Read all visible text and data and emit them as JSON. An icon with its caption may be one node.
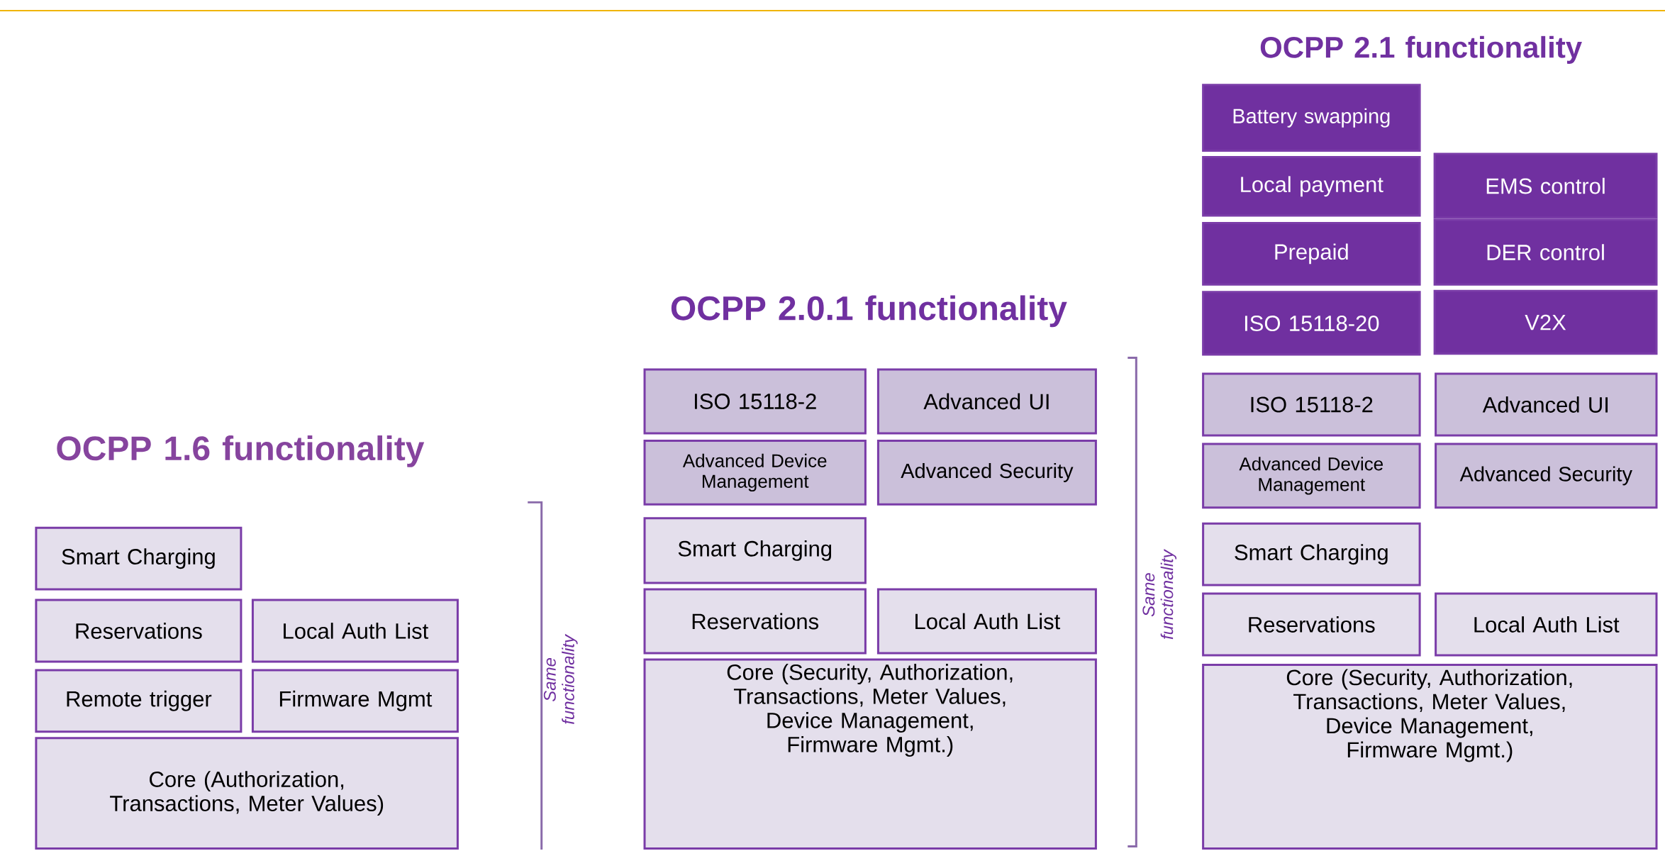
{
  "diagram": {
    "nodes": [
      {
        "text": [
          "Smart Charging"
        ]
      },
      {
        "text": [
          "Reservations"
        ]
      },
      {
        "text": [
          "Local Auth List"
        ]
      },
      {
        "text": [
          "Remote trigger"
        ]
      },
      {
        "text": [
          "Firmware Mgmt"
        ]
      },
      {
        "text": [
          "Core (Authorization, Transactions, Meter Values)"
        ]
      },
      {
        "text": [
          "ISO 15118-2"
        ]
      },
      {
        "text": [
          "Advanced UI"
        ]
      },
      {
        "text": [
          "Advanced Device Management"
        ]
      },
      {
        "text": [
          "Advanced Security"
        ]
      },
      {
        "text": [
          "Smart Charging"
        ]
      },
      {
        "text": [
          "Reservations"
        ]
      },
      {
        "text": [
          "Local Auth List"
        ]
      },
      {
        "text": [
          "Core (Security, Authorization, Transactions, Meter Values, Device Management, Firmware Mgmt.)"
        ]
      },
      {
        "text": [
          "Battery swapping"
        ]
      },
      {
        "text": [
          "Local payment"
        ]
      },
      {
        "text": [
          "EMS control"
        ]
      },
      {
        "text": [
          "Prepaid"
        ]
      },
      {
        "text": [
          "DER control"
        ]
      },
      {
        "text": [
          "ISO 15118-20"
        ]
      },
      {
        "text": [
          "V2X"
        ]
      },
      {
        "text": [
          "ISO 15118-2"
        ]
      },
      {
        "text": [
          "Advanced UI"
        ]
      },
      {
        "text": [
          "Advanced Device Management"
        ]
      },
      {
        "text": [
          "Advanced Security"
        ]
      },
      {
        "text": [
          "Smart Charging"
        ]
      },
      {
        "text": [
          "Reservations"
        ]
      },
      {
        "text": [
          "Local Auth List"
        ]
      },
      {
        "text": [
          "Core (Security, Authorization, Transactions, Meter Values, Device Management, Firmware Mgmt.)"
        ]
      }
    ],
    "labels": [
      "OCPP 2.1 functionality",
      "OCPP 2.0.1 functionality",
      "OCPP 1.6 functionality",
      "Same functionality",
      "Same functionality"
    ]
  }
}
